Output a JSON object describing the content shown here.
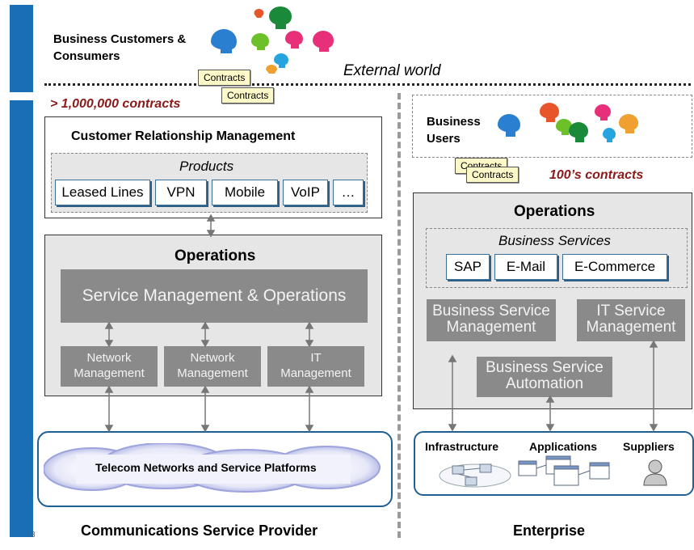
{
  "top": {
    "customers_label_line1": "Business Customers &",
    "customers_label_line2": "Consumers",
    "external_world": "External world",
    "contracts_note": "Contracts",
    "contracts_count": "> 1,000,000 contracts"
  },
  "csp": {
    "crm_title": "Customer Relationship Management",
    "products_label": "Products",
    "products": [
      "Leased Lines",
      "VPN",
      "Mobile",
      "VoIP",
      "…"
    ],
    "operations_title": "Operations",
    "smo_label": "Service Management & Operations",
    "mgmt_boxes": [
      {
        "line1": "Network",
        "line2": "Management"
      },
      {
        "line1": "Network",
        "line2": "Management"
      },
      {
        "line1": "IT",
        "line2": "Management"
      }
    ],
    "telecom_label": "Telecom Networks and Service Platforms",
    "footer": "Communications Service Provider",
    "page_number": "8"
  },
  "enterprise": {
    "business_users_line1": "Business",
    "business_users_line2": "Users",
    "contracts_note": "Contracts",
    "contracts_count": "100’s  contracts",
    "operations_title": "Operations",
    "business_services_label": "Business Services",
    "services": [
      "SAP",
      "E-Mail",
      "E-Commerce"
    ],
    "bsm_line1": "Business Service",
    "bsm_line2": "Management",
    "itsm_line1": "IT Service",
    "itsm_line2": "Management",
    "bsa_line1": "Business Service",
    "bsa_line2": "Automation",
    "bottom_labels": [
      "Infrastructure",
      "Applications",
      "Suppliers"
    ],
    "footer": "Enterprise"
  },
  "colors": {
    "accent_bar": "#1a6fb4",
    "dark_box": "#8a8a8a",
    "light_panel": "#e6e6e6",
    "contracts_red": "#8b1a1a",
    "note_yellow": "#fdf8c8"
  }
}
